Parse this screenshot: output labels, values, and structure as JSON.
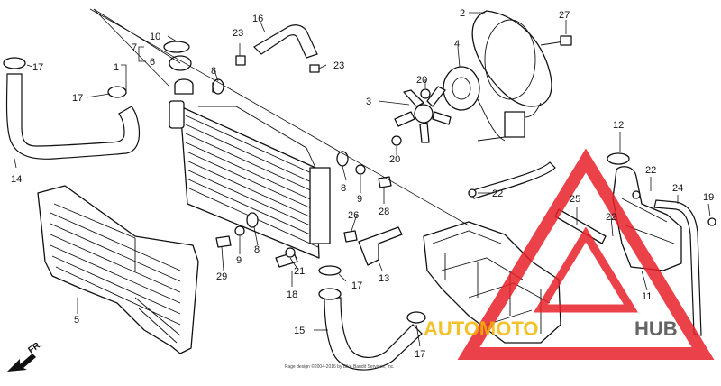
{
  "callouts": [
    {
      "id": "c1",
      "label": "1"
    },
    {
      "id": "c2",
      "label": "2"
    },
    {
      "id": "c3",
      "label": "3"
    },
    {
      "id": "c4",
      "label": "4"
    },
    {
      "id": "c5",
      "label": "5"
    },
    {
      "id": "c6",
      "label": "6"
    },
    {
      "id": "c7",
      "label": "7"
    },
    {
      "id": "c8a",
      "label": "8"
    },
    {
      "id": "c8b",
      "label": "8"
    },
    {
      "id": "c8c",
      "label": "8"
    },
    {
      "id": "c9a",
      "label": "9"
    },
    {
      "id": "c9b",
      "label": "9"
    },
    {
      "id": "c10",
      "label": "10"
    },
    {
      "id": "c11",
      "label": "11"
    },
    {
      "id": "c12",
      "label": "12"
    },
    {
      "id": "c13",
      "label": "13"
    },
    {
      "id": "c14",
      "label": "14"
    },
    {
      "id": "c15",
      "label": "15"
    },
    {
      "id": "c16",
      "label": "16"
    },
    {
      "id": "c17a",
      "label": "17"
    },
    {
      "id": "c17b",
      "label": "17"
    },
    {
      "id": "c17c",
      "label": "17"
    },
    {
      "id": "c17d",
      "label": "17"
    },
    {
      "id": "c18",
      "label": "18"
    },
    {
      "id": "c19",
      "label": "19"
    },
    {
      "id": "c20a",
      "label": "20"
    },
    {
      "id": "c20b",
      "label": "20"
    },
    {
      "id": "c21",
      "label": "21"
    },
    {
      "id": "c22a",
      "label": "22"
    },
    {
      "id": "c22b",
      "label": "22"
    },
    {
      "id": "c22c",
      "label": "22"
    },
    {
      "id": "c23a",
      "label": "23"
    },
    {
      "id": "c23b",
      "label": "23"
    },
    {
      "id": "c24",
      "label": "24"
    },
    {
      "id": "c25",
      "label": "25"
    },
    {
      "id": "c26",
      "label": "26"
    },
    {
      "id": "c27",
      "label": "27"
    },
    {
      "id": "c28",
      "label": "28"
    },
    {
      "id": "c29",
      "label": "29"
    }
  ],
  "front_marker": "FR.",
  "copyright": "Page design ©2004-2016 by Bike Bandit Services, Inc.",
  "watermark": {
    "part1": "AUTOMOTO",
    "part2": "HUB"
  },
  "colors": {
    "line": "#111111",
    "watermark_red": "#e8202a",
    "watermark_yellow": "#f2b705",
    "watermark_gray": "#4a4a4a"
  }
}
